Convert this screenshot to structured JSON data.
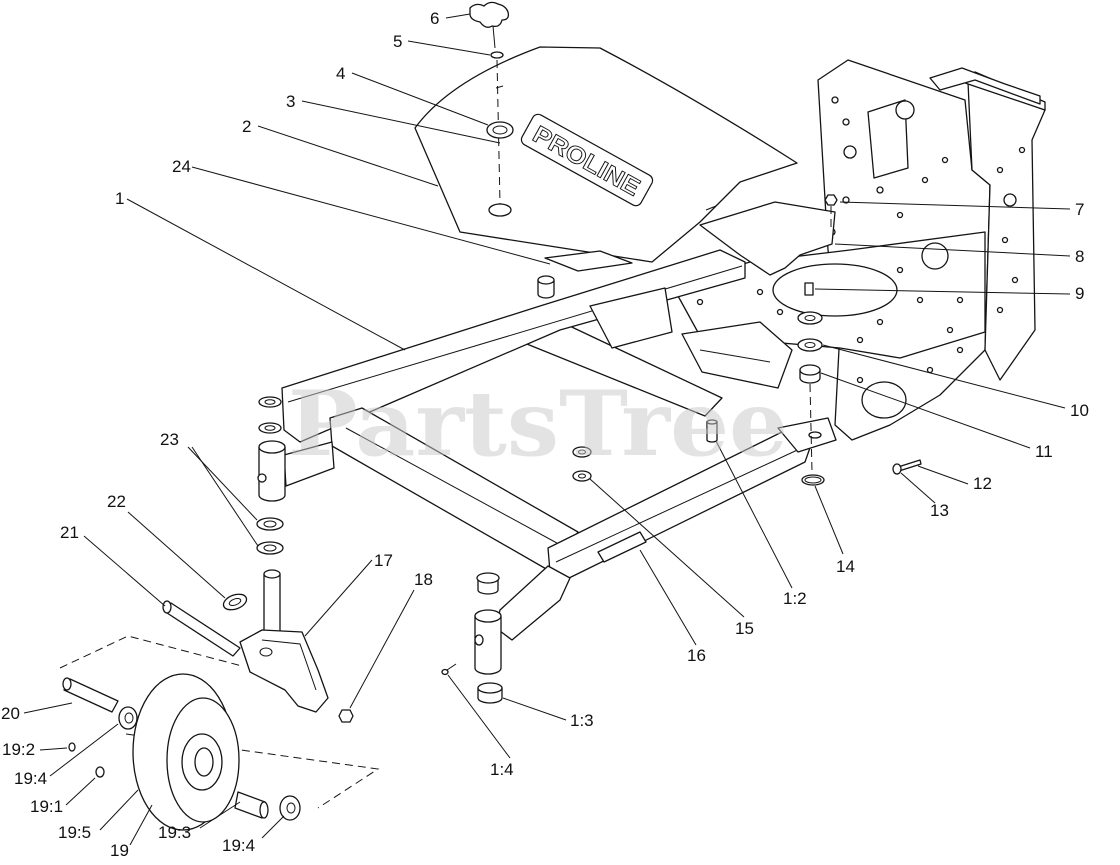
{
  "diagram": {
    "hood_logo": "PROLINE",
    "watermark": "PartsTree",
    "callouts": {
      "c1": "1",
      "c1_2": "1:2",
      "c1_3": "1:3",
      "c1_4": "1:4",
      "c2": "2",
      "c3": "3",
      "c4": "4",
      "c5": "5",
      "c6": "6",
      "c7": "7",
      "c8": "8",
      "c9": "9",
      "c10": "10",
      "c11": "11",
      "c12": "12",
      "c13": "13",
      "c14": "14",
      "c15": "15",
      "c16": "16",
      "c17": "17",
      "c18": "18",
      "c19": "19",
      "c19_1": "19:1",
      "c19_2": "19:2",
      "c19_3": "19:3",
      "c19_4a": "19:4",
      "c19_4b": "19:4",
      "c19_5": "19:5",
      "c20": "20",
      "c21": "21",
      "c22": "22",
      "c23": "23",
      "c24": "24"
    }
  }
}
